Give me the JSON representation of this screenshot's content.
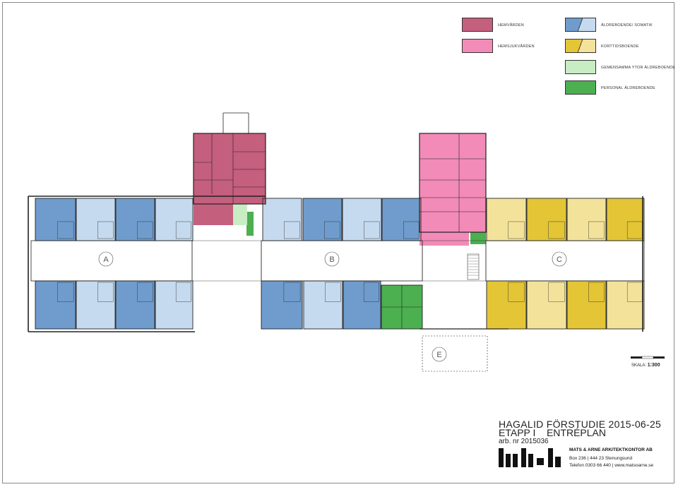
{
  "legend": [
    {
      "label": "HEMVÅRDEN",
      "color": "#c45f7e",
      "color2": null
    },
    {
      "label": "HEMSJUKVÅRDEN",
      "color": "#f28bb7",
      "color2": null
    },
    {
      "label": "ÄLDREBOENDE/ SOMATIK",
      "color": "#6f9ccc",
      "color2": "#c5daee"
    },
    {
      "label": "KORTTIDSBOENDE",
      "color": "#e4c535",
      "color2": "#f3e39a"
    },
    {
      "label": "GEMENSAMMA YTOR ÄLDREBOENDE",
      "color": "#c8edc4",
      "color2": null
    },
    {
      "label": "PERSONAL ÄLDREBOENDE",
      "color": "#4caf50",
      "color2": null
    }
  ],
  "zones": [
    "A",
    "B",
    "C",
    "E"
  ],
  "scale": {
    "label": "SKALA:",
    "value": "1:300"
  },
  "title_block": {
    "title": "HAGALID FÖRSTUDIE 2015-06-25",
    "subtitle_left": "ETAPP I",
    "subtitle_right": "ENTRÉPLAN",
    "arb_nr": "arb. nr 2015036",
    "company": "MATS & ARNE ARKITEKTKONTOR AB",
    "address": "Box 236 | 444 23 Stenungsund",
    "telefon": "Telefon 0303 66 440 | www.matsoarne.se"
  }
}
